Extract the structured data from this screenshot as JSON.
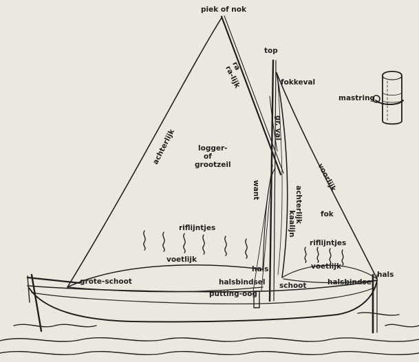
{
  "labels": {
    "peak": "piek of nok",
    "ra": "ra",
    "ra_lijk": "ra-lijk",
    "top": "top",
    "fokkeval": "fokkeval",
    "mastring": "mastring",
    "gr_val": "gr. val",
    "achterlijk_main": "achterlijk",
    "logger": "logger-",
    "of": "of",
    "grootzeil": "grootzeil",
    "want": "want",
    "achterlijk_fok": "achterlijk",
    "kaaljijn": "kaalijn",
    "voorlijk": "voorlijk",
    "fok": "fok",
    "riflijntjes_main": "riflijntjes",
    "riflijntjes_fok": "riflijntjes",
    "voetlijk_main": "voetlijk",
    "voetlijk_fok": "voetlijk",
    "hals_main": "hals",
    "hals_fok": "hals",
    "grote_schoot": "grote-schoot",
    "halsbindsel_main": "halsbindsel",
    "putting_oog": "putting-oog",
    "schoot": "schoot",
    "halsbindsel_fok": "halsbindsel"
  },
  "icons": {
    "mast_ring": "mast-ring-icon",
    "reef_points": "reef-point-icon",
    "waves": "wave-icon"
  },
  "colors": {
    "ink": "#1f1f1f",
    "paper": "#ece8df"
  }
}
